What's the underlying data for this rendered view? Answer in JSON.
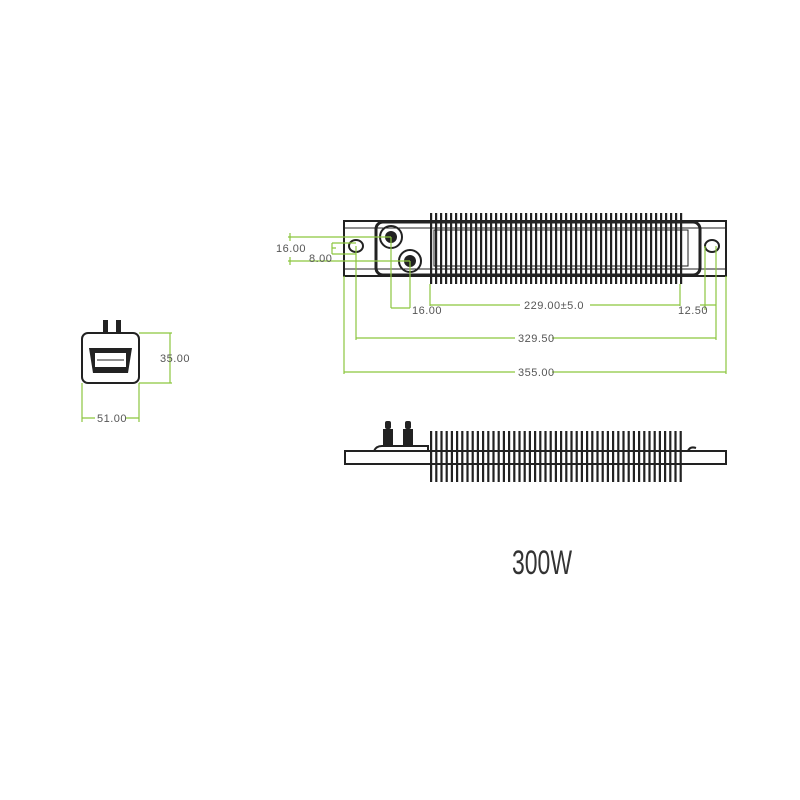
{
  "colors": {
    "dimension_line": "#8cc63f",
    "outline": "#222222",
    "text": "#555555"
  },
  "end_view": {
    "height_label": "35.00",
    "width_label": "51.00"
  },
  "top_view": {
    "terminal_spacing_vertical": "16.00",
    "hole_offset": "8.00",
    "terminal_spacing_horizontal": "16.00",
    "fin_length": "229.00±5.0",
    "hole_to_end": "12.50",
    "hole_spacing": "329.50",
    "overall_length": "355.00"
  },
  "power_rating": "300W"
}
